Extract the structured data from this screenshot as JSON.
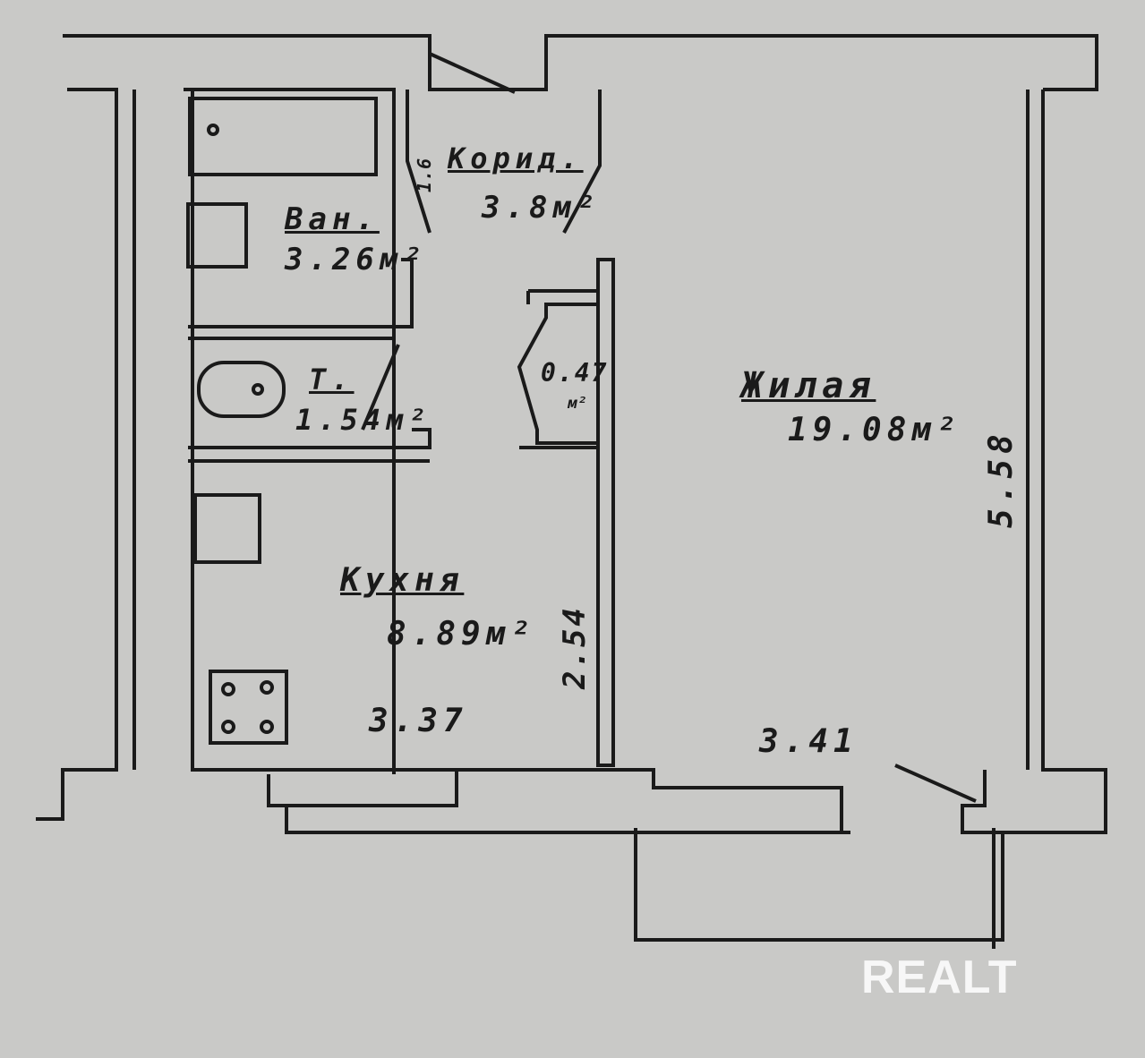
{
  "rooms": {
    "bath": {
      "name": "Ван.",
      "area": "3.26м²"
    },
    "corridor": {
      "name": "Корид.",
      "area": "3.8м²",
      "dim": "1.6"
    },
    "toilet": {
      "name": "Т.",
      "area": "1.54м²"
    },
    "closet": {
      "area": "0.47",
      "unit": "м²"
    },
    "living": {
      "name": "Жилая",
      "area": "19.08м²"
    },
    "kitchen": {
      "name": "Кухня",
      "area": "8.89м²"
    }
  },
  "dimensions": {
    "kitchen_width": "3.37",
    "living_width": "3.41",
    "living_length": "5.58",
    "kitchen_length": "2.54"
  },
  "watermark": "REALT"
}
